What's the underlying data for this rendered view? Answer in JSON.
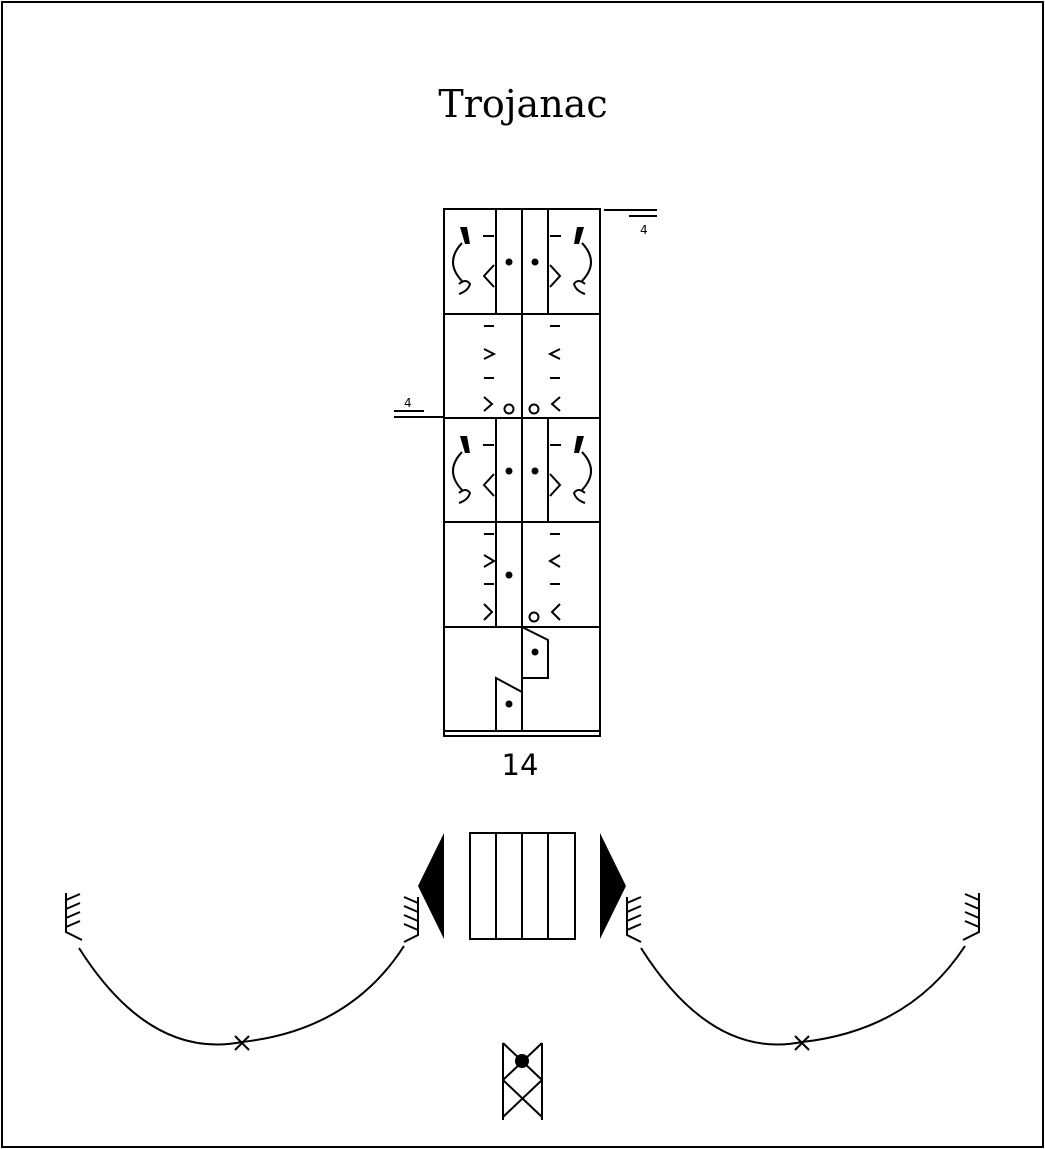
{
  "title": "Trojanac",
  "measure_number": "14",
  "repeat_marks": {
    "upper_right": "4",
    "middle_left": "4"
  },
  "colors": {
    "ink": "#000000",
    "paper": "#ffffff"
  }
}
